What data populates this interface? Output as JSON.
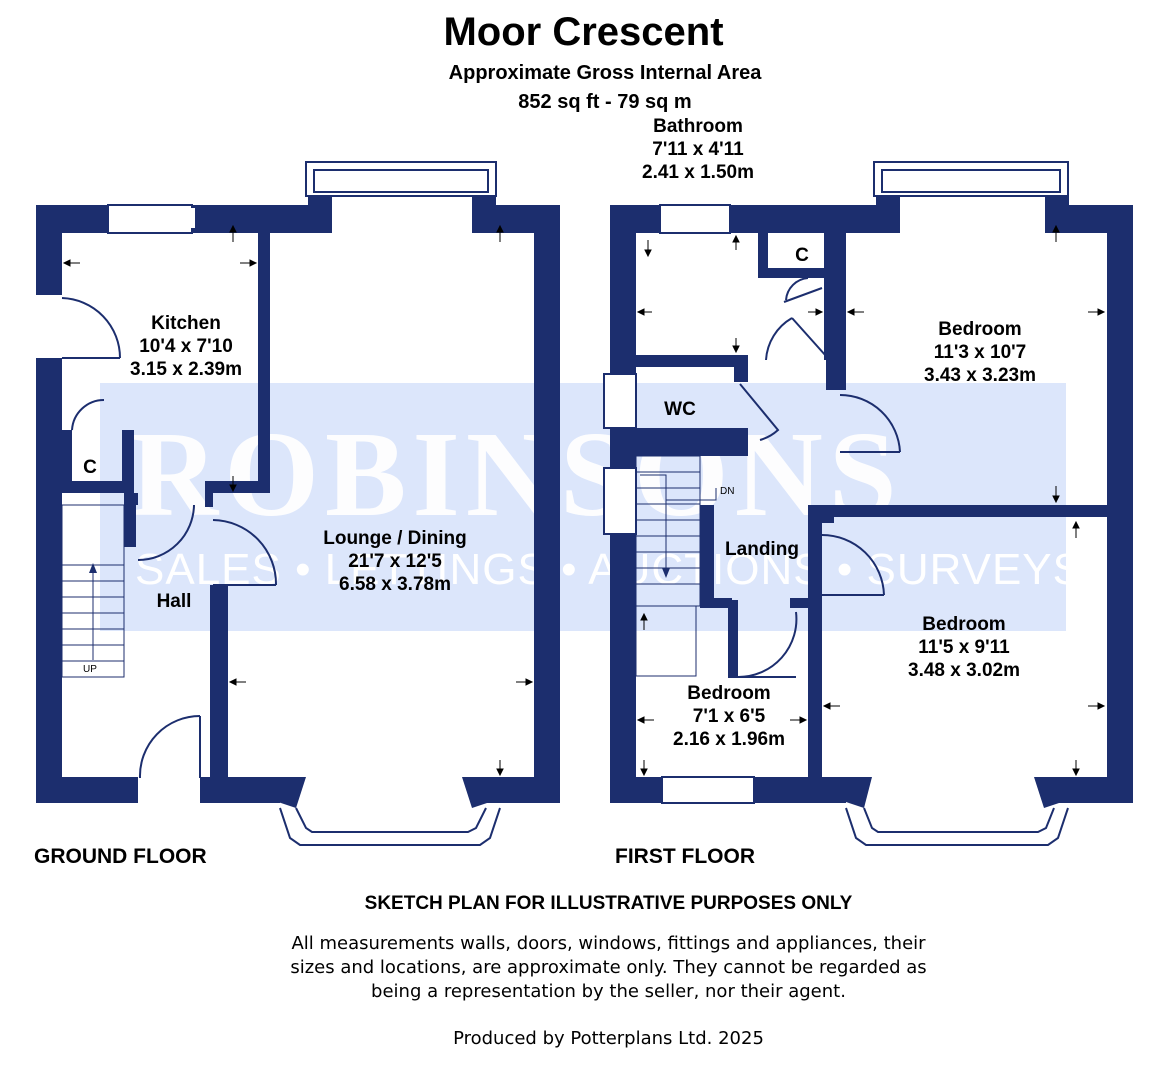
{
  "header": {
    "title": "Moor Crescent",
    "area_label": "Approximate Gross Internal Area",
    "area_value": "852 sq ft - 79 sq m"
  },
  "watermark": {
    "brand": "ROBINSONS",
    "tagline": "SALES • LETTINGS • AUCTIONS • SURVEYS",
    "panel_color": "#dce6fb"
  },
  "colors": {
    "wall": "#1c2e6e"
  },
  "ground_floor": {
    "label": "GROUND FLOOR",
    "stair_label": "UP",
    "rooms": {
      "kitchen": {
        "name": "Kitchen",
        "imperial": "10'4 x 7'10",
        "metric": "3.15 x 2.39m"
      },
      "cupboard": {
        "name": "C"
      },
      "hall": {
        "name": "Hall"
      },
      "lounge": {
        "name": "Lounge / Dining",
        "imperial": "21'7 x 12'5",
        "metric": "6.58 x 3.78m"
      }
    }
  },
  "first_floor": {
    "label": "FIRST FLOOR",
    "stair_label": "DN",
    "rooms": {
      "bathroom": {
        "name": "Bathroom",
        "imperial": "7'11 x 4'11",
        "metric": "2.41 x 1.50m"
      },
      "cupboard": {
        "name": "C"
      },
      "wc": {
        "name": "WC"
      },
      "landing": {
        "name": "Landing"
      },
      "bedroom1": {
        "name": "Bedroom",
        "imperial": "11'3 x 10'7",
        "metric": "3.43 x 3.23m"
      },
      "bedroom2": {
        "name": "Bedroom",
        "imperial": "11'5 x 9'11",
        "metric": "3.48 x 3.02m"
      },
      "bedroom3": {
        "name": "Bedroom",
        "imperial": "7'1 x 6'5",
        "metric": "2.16 x 1.96m"
      }
    }
  },
  "disclaimer": {
    "title": "SKETCH PLAN FOR ILLUSTRATIVE PURPOSES ONLY",
    "line1": "All measurements walls, doors, windows, fittings and appliances, their",
    "line2": "sizes and locations, are approximate only. They cannot be regarded as",
    "line3": "being a representation by the seller, nor their agent."
  },
  "footer": {
    "produced_by": "Produced by Potterplans Ltd. 2025"
  }
}
